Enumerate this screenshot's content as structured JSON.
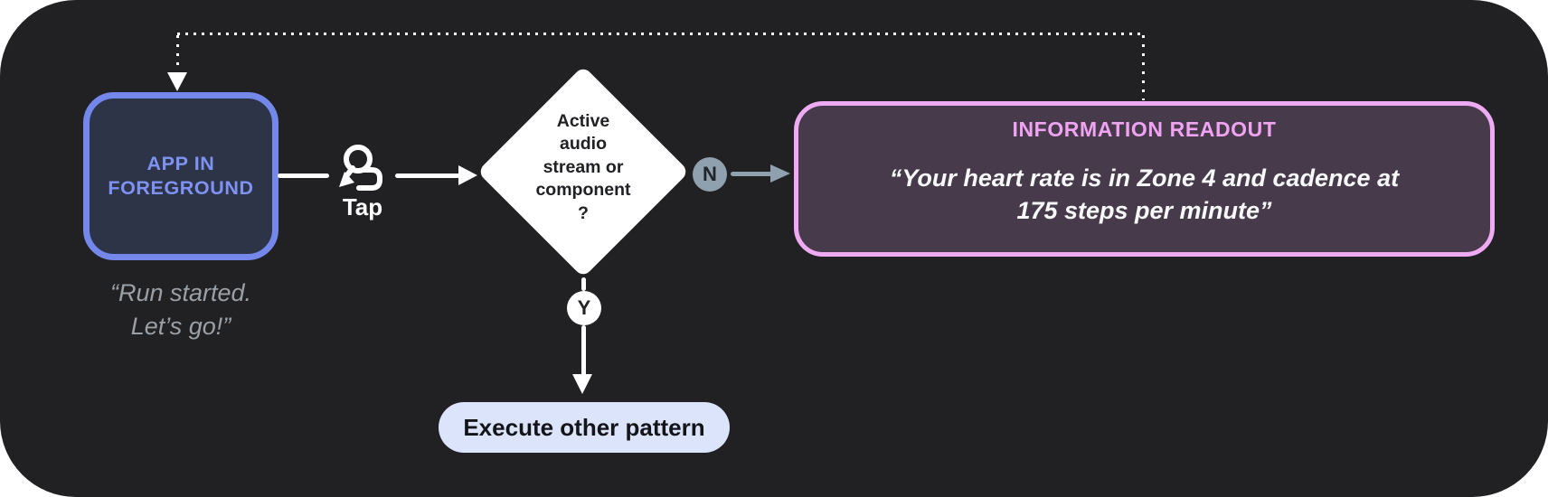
{
  "diagram": {
    "background": "#212124",
    "page_background": "#ffffff",
    "nodes": {
      "app_box": {
        "line1": "APP IN",
        "line2": "FOREGROUND",
        "fill": "#2d3447",
        "border_color": "#7488ec",
        "text_color": "#7d92f3"
      },
      "app_quote": {
        "line1": "“Run started.",
        "line2": "Let’s go!”",
        "color": "#9aa0a6"
      },
      "tap": {
        "label": "Tap",
        "icon": "tap-gesture-icon",
        "color": "#ffffff"
      },
      "decision": {
        "lines": [
          "Active",
          "audio",
          "stream or",
          "component",
          "?"
        ],
        "fill": "#ffffff",
        "text_color": "#202124"
      },
      "readout": {
        "title": "INFORMATION READOUT",
        "quote_line1": "“Your heart rate is in Zone 4 and cadence at",
        "quote_line2": "175 steps per minute”",
        "fill": "#473a4a",
        "border_color": "#eeaaf2",
        "title_color": "#efa3f2",
        "quote_color": "#f8f9fa"
      },
      "execute_pill": {
        "label": "Execute other pattern",
        "fill": "#dce4fc",
        "text_color": "#141519"
      }
    },
    "branches": {
      "no": {
        "badge": "N",
        "color": "#8fa1ae"
      },
      "yes": {
        "badge": "Y",
        "color": "#ffffff"
      }
    },
    "connectors": {
      "dotted_color": "#ffffff",
      "solid_color": "#ffffff"
    }
  }
}
